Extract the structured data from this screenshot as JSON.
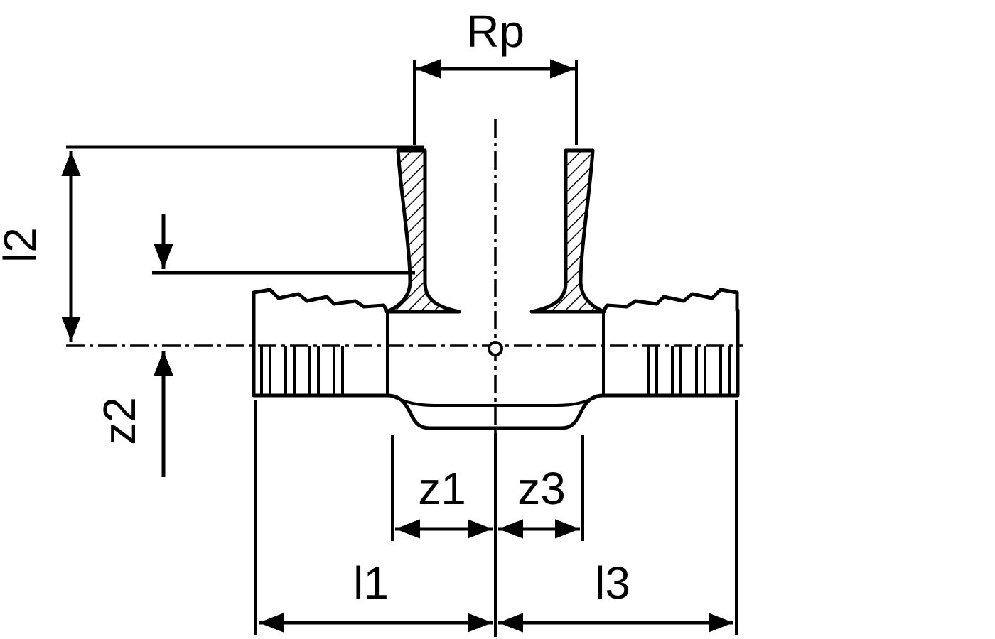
{
  "drawing": {
    "type": "technical-drawing",
    "subject": "pipe-tee-fitting-cross-section-with-threaded-branch",
    "labels": {
      "rp": "Rp",
      "l1": "l1",
      "l2": "l2",
      "l3": "l3",
      "z1": "z1",
      "z2": "z2",
      "z3": "z3"
    },
    "colors": {
      "line": "#000000",
      "background": "#ffffff"
    }
  }
}
